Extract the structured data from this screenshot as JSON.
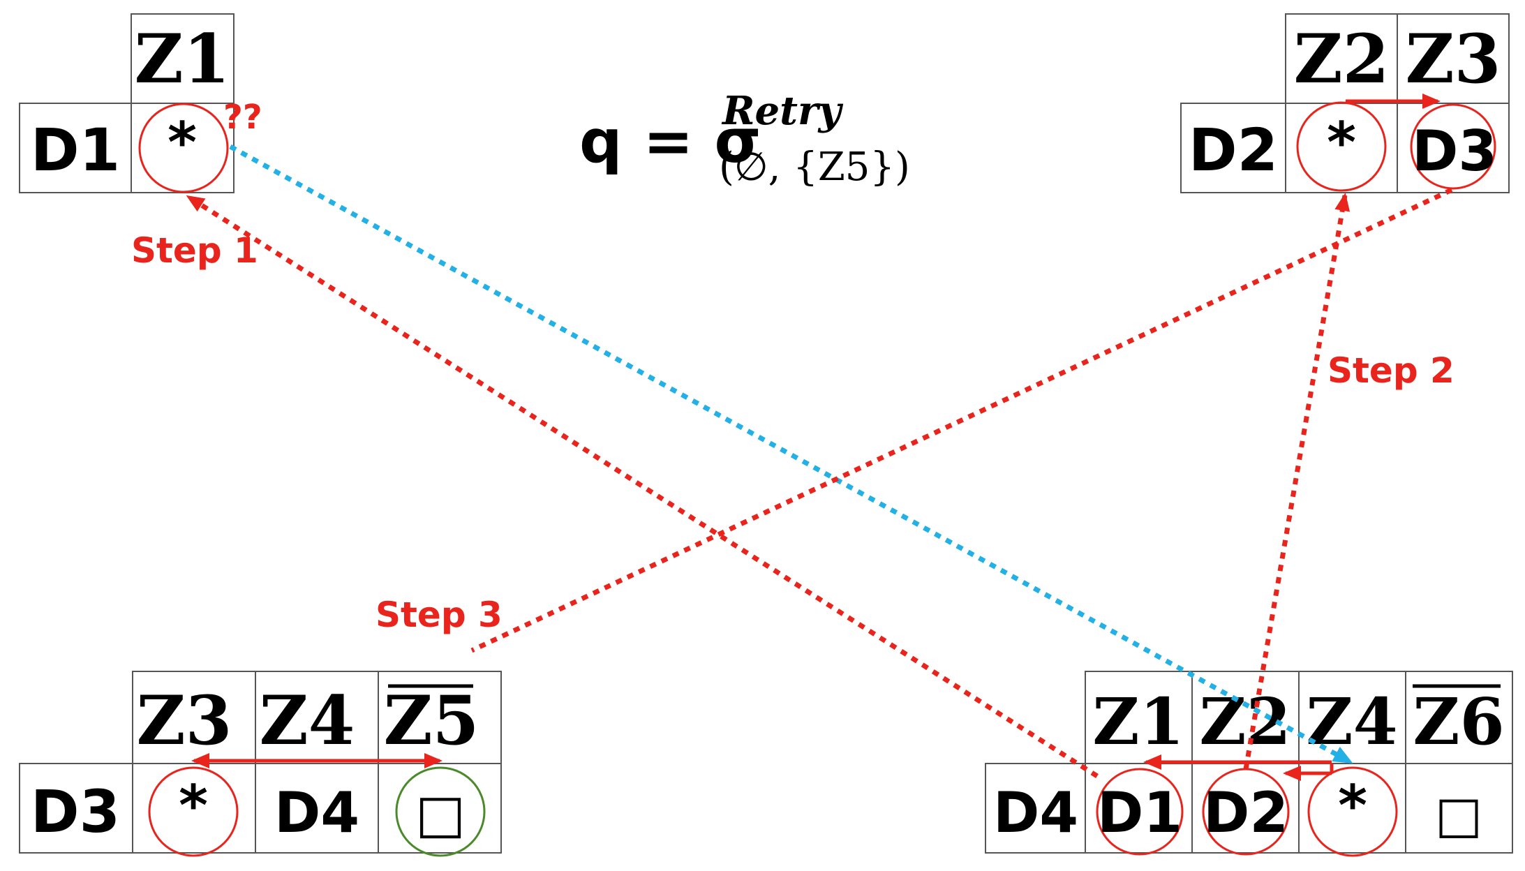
{
  "colors": {
    "red": "#e8241c",
    "blue": "#22b0e6",
    "green": "#4a8a2a",
    "grid": "#555555"
  },
  "formula": {
    "lhs": "q = σ",
    "superscript": "Retry",
    "subscript": "(∅, {Z5})"
  },
  "tables": {
    "top_left": {
      "headers": [
        "Z1"
      ],
      "row_label": "D1",
      "cells": [
        "*"
      ],
      "annotation": "??"
    },
    "top_right": {
      "headers": [
        "Z2",
        "Z3"
      ],
      "row_label": "D2",
      "cells": [
        "*",
        "D3"
      ]
    },
    "bottom_left": {
      "headers": [
        "Z3",
        "Z4",
        "Z5"
      ],
      "row_label": "D3",
      "cells": [
        "*",
        "D4",
        "□"
      ]
    },
    "bottom_right": {
      "headers": [
        "Z1",
        "Z2",
        "Z4",
        "Z6"
      ],
      "row_label": "D4",
      "cells": [
        "D1",
        "D2",
        "*",
        "□"
      ]
    }
  },
  "steps": {
    "step1": "Step 1",
    "step2": "Step 2",
    "step3": "Step 3"
  }
}
